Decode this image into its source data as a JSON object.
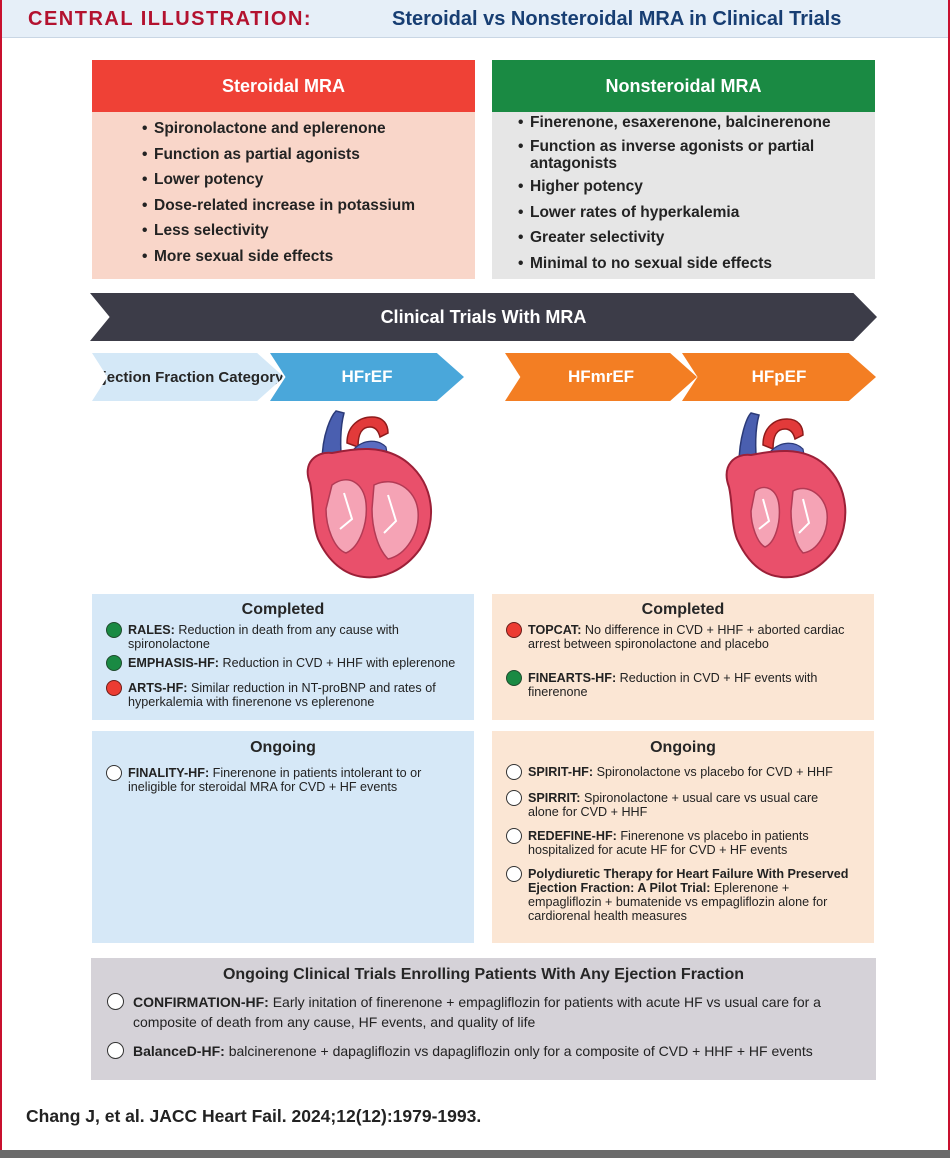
{
  "header": {
    "label": "CENTRAL ILLUSTRATION:",
    "title": "Steroidal vs Nonsteroidal MRA in Clinical Trials"
  },
  "steroidal": {
    "title": "Steroidal MRA",
    "bullets": [
      "Spironolactone and eplerenone",
      "Function as partial agonists",
      "Lower potency",
      "Dose-related increase in potassium",
      "Less selectivity",
      "More sexual side effects"
    ]
  },
  "nonsteroidal": {
    "title": "Nonsteroidal MRA",
    "bullets": [
      "Finerenone, esaxerenone, balcinerenone",
      "Function as inverse agonists or partial antagonists",
      "Higher potency",
      "Lower rates of hyperkalemia",
      "Greater selectivity",
      "Minimal to no sexual side effects"
    ]
  },
  "banner": "Clinical Trials With MRA",
  "chevrons": {
    "ef_category": "Ejection Fraction Category",
    "hfref": "HFrEF",
    "hfmref": "HFmrEF",
    "hfpef": "HFpEF"
  },
  "left": {
    "completed_title": "Completed",
    "completed": [
      {
        "name": "RALES:",
        "text": "Reduction in death from any cause with spironolactone",
        "status": "green"
      },
      {
        "name": "EMPHASIS-HF:",
        "text": "Reduction in CVD + HHF with eplerenone",
        "status": "green"
      },
      {
        "name": "ARTS-HF:",
        "text": "Similar reduction in NT-proBNP and rates of hyperkalemia with finerenone vs eplerenone",
        "status": "red"
      }
    ],
    "ongoing_title": "Ongoing",
    "ongoing": [
      {
        "name": "FINALITY-HF:",
        "text": "Finerenone in patients intolerant to or ineligible for steroidal MRA for CVD + HF events",
        "status": "open"
      }
    ]
  },
  "right": {
    "completed_title": "Completed",
    "completed": [
      {
        "name": "TOPCAT:",
        "text": "No difference in CVD + HHF + aborted cardiac arrest between spironolactone and placebo",
        "status": "red"
      },
      {
        "name": "FINEARTS-HF:",
        "text": "Reduction in CVD + HF events with finerenone",
        "status": "green"
      }
    ],
    "ongoing_title": "Ongoing",
    "ongoing": [
      {
        "name": "SPIRIT-HF:",
        "text": "Spironolactone vs placebo for CVD + HHF",
        "status": "open"
      },
      {
        "name": "SPIRRIT:",
        "text": "Spironolactone + usual care vs usual care alone for CVD + HHF",
        "status": "open"
      },
      {
        "name": "REDEFINE-HF:",
        "text": "Finerenone vs placebo in patients hospitalized for acute HF for CVD + HF events",
        "status": "open"
      },
      {
        "name": "Polydiuretic Therapy for Heart Failure With Preserved Ejection Fraction: A Pilot Trial:",
        "text": "Eplerenone + empagliflozin + bumatenide vs empagliflozin alone for cardiorenal health measures",
        "status": "open"
      }
    ]
  },
  "any_ef": {
    "title": "Ongoing Clinical Trials Enrolling Patients With Any Ejection Fraction",
    "trials": [
      {
        "name": "CONFIRMATION-HF:",
        "text": "Early initation of finerenone + empagliflozin for patients with acute HF vs usual care for a composite of death from any cause, HF events, and quality of life",
        "status": "open"
      },
      {
        "name": "BalanceD-HF:",
        "text": "balcinerenone + dapagliflozin vs dapagliflozin only for a composite of CVD + HHF + HF events",
        "status": "open"
      }
    ]
  },
  "citation": "Chang J, et al. JACC Heart Fail. 2024;12(12):1979-1993.",
  "colors": {
    "steroidal_header": "#ef4136",
    "nonsteroidal_header": "#1a8a43",
    "hfref": "#4aa7da",
    "hfmref_hfpef": "#f37e23",
    "banner": "#3c3c48",
    "title_red": "#b3122f",
    "title_blue": "#173e73"
  }
}
